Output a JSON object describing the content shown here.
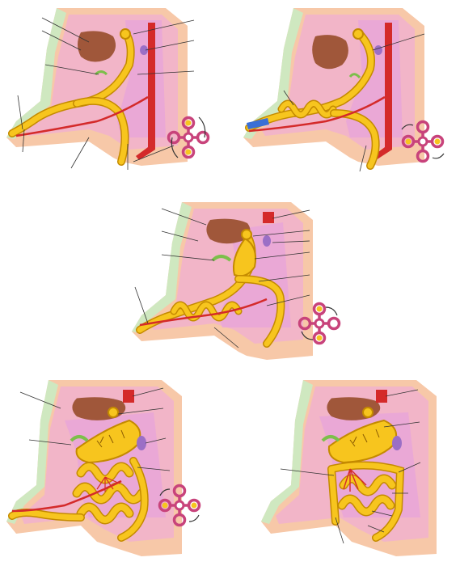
{
  "diagram": {
    "panels": [
      {
        "id": "stage-1",
        "rotation": "rotation-1"
      },
      {
        "id": "stage-2",
        "rotation": "rotation-2"
      },
      {
        "id": "stage-3",
        "rotation": "rotation-3"
      },
      {
        "id": "stage-4",
        "rotation": "rotation-4"
      },
      {
        "id": "stage-5",
        "rotation": "none"
      }
    ],
    "colors": {
      "background": "#ffffff",
      "outer_wall": "#f7c8a8",
      "skin_layer": "#cfe8c0",
      "cavity": "#f2b5c8",
      "mesentery": "#e9a6d8",
      "liver": "#a0573a",
      "gut": "#f7c51e",
      "gut_outline": "#c48a00",
      "artery": "#d42a2a",
      "spleen": "#9b6fc6",
      "vein": "#3a6fd6",
      "rotation_ring": "#c8437b",
      "rotation_center": "#e06a9a",
      "leader_line": "#333333"
    }
  }
}
